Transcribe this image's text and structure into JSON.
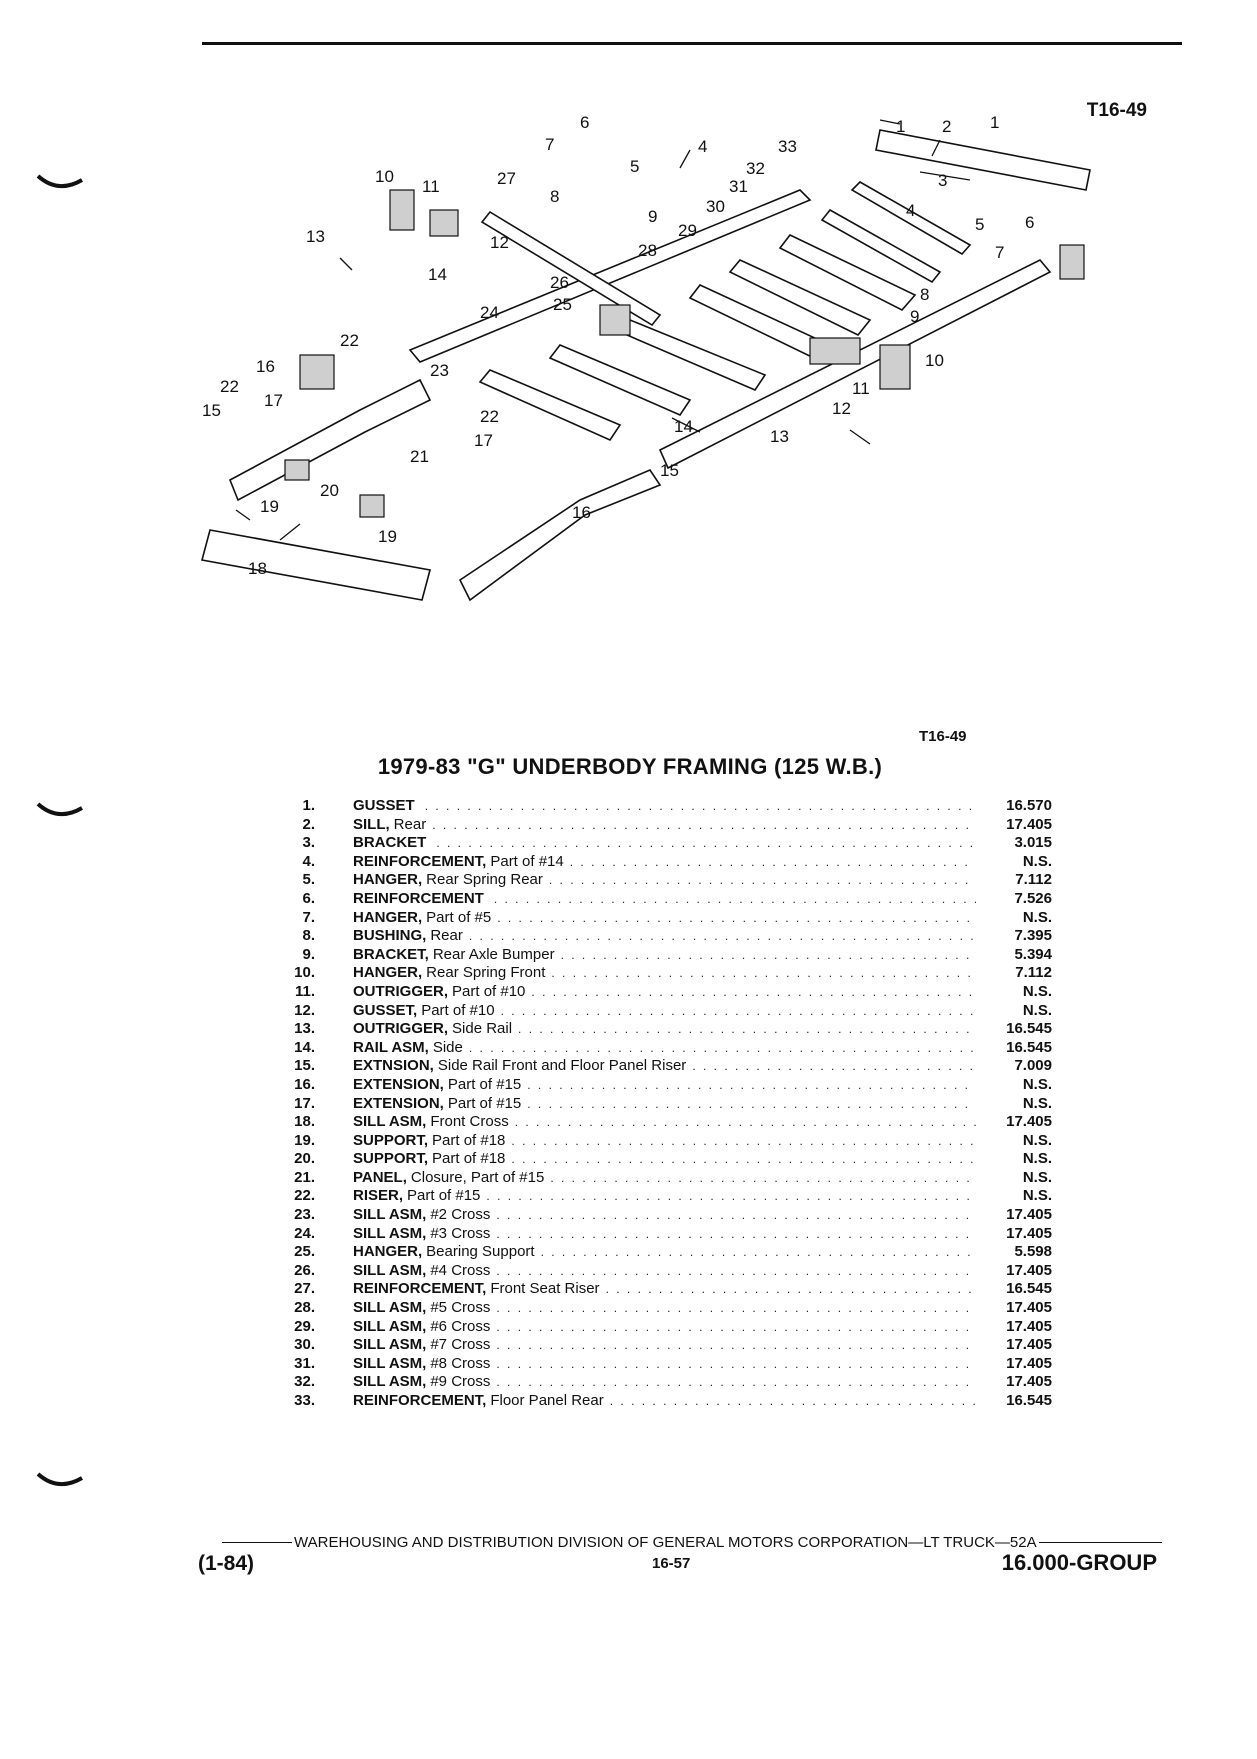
{
  "figure_code": "T16-49",
  "figure_code_small": "T16-49",
  "title": "1979-83 \"G\" UNDERBODY FRAMING (125 W.B.)",
  "callouts": [
    "1",
    "2",
    "1",
    "3",
    "4",
    "5",
    "6",
    "7",
    "8",
    "9",
    "10",
    "11",
    "12",
    "13",
    "14",
    "15",
    "16",
    "17",
    "18",
    "19",
    "20",
    "21",
    "22",
    "23",
    "24",
    "25",
    "26",
    "27",
    "28",
    "29",
    "30",
    "31",
    "32",
    "33"
  ],
  "parts": [
    {
      "num": "1.",
      "name": "GUSSET",
      "desc": "",
      "group": "16.570"
    },
    {
      "num": "2.",
      "name": "SILL,",
      "desc": "Rear",
      "group": "17.405"
    },
    {
      "num": "3.",
      "name": "BRACKET",
      "desc": "",
      "group": "3.015"
    },
    {
      "num": "4.",
      "name": "REINFORCEMENT,",
      "desc": "Part of #14",
      "group": "N.S."
    },
    {
      "num": "5.",
      "name": "HANGER,",
      "desc": "Rear Spring Rear",
      "group": "7.112"
    },
    {
      "num": "6.",
      "name": "REINFORCEMENT",
      "desc": "",
      "group": "7.526"
    },
    {
      "num": "7.",
      "name": "HANGER,",
      "desc": "Part of #5",
      "group": "N.S."
    },
    {
      "num": "8.",
      "name": "BUSHING,",
      "desc": "Rear",
      "group": "7.395"
    },
    {
      "num": "9.",
      "name": "BRACKET,",
      "desc": "Rear Axle Bumper",
      "group": "5.394"
    },
    {
      "num": "10.",
      "name": "HANGER,",
      "desc": "Rear Spring Front",
      "group": "7.112"
    },
    {
      "num": "11.",
      "name": "OUTRIGGER,",
      "desc": "Part of #10",
      "group": "N.S."
    },
    {
      "num": "12.",
      "name": "GUSSET,",
      "desc": "Part of #10",
      "group": "N.S."
    },
    {
      "num": "13.",
      "name": "OUTRIGGER,",
      "desc": "Side Rail",
      "group": "16.545"
    },
    {
      "num": "14.",
      "name": "RAIL ASM,",
      "desc": "Side",
      "group": "16.545"
    },
    {
      "num": "15.",
      "name": "EXTNSION,",
      "desc": "Side Rail Front and Floor Panel Riser",
      "group": "7.009"
    },
    {
      "num": "16.",
      "name": "EXTENSION,",
      "desc": "Part of #15",
      "group": "N.S."
    },
    {
      "num": "17.",
      "name": "EXTENSION,",
      "desc": "Part of #15",
      "group": "N.S."
    },
    {
      "num": "18.",
      "name": "SILL ASM,",
      "desc": "Front Cross",
      "group": "17.405"
    },
    {
      "num": "19.",
      "name": "SUPPORT,",
      "desc": "Part of #18",
      "group": "N.S."
    },
    {
      "num": "20.",
      "name": "SUPPORT,",
      "desc": "Part of #18",
      "group": "N.S."
    },
    {
      "num": "21.",
      "name": "PANEL,",
      "desc": "Closure, Part of #15",
      "group": "N.S."
    },
    {
      "num": "22.",
      "name": "RISER,",
      "desc": "Part of #15",
      "group": "N.S."
    },
    {
      "num": "23.",
      "name": "SILL ASM,",
      "desc": "#2 Cross",
      "group": "17.405"
    },
    {
      "num": "24.",
      "name": "SILL ASM,",
      "desc": "#3 Cross",
      "group": "17.405"
    },
    {
      "num": "25.",
      "name": "HANGER,",
      "desc": "Bearing Support",
      "group": "5.598"
    },
    {
      "num": "26.",
      "name": "SILL ASM,",
      "desc": "#4 Cross",
      "group": "17.405"
    },
    {
      "num": "27.",
      "name": "REINFORCEMENT,",
      "desc": "Front Seat Riser",
      "group": "16.545"
    },
    {
      "num": "28.",
      "name": "SILL ASM,",
      "desc": "#5 Cross",
      "group": "17.405"
    },
    {
      "num": "29.",
      "name": "SILL ASM,",
      "desc": "#6 Cross",
      "group": "17.405"
    },
    {
      "num": "30.",
      "name": "SILL ASM,",
      "desc": "#7 Cross",
      "group": "17.405"
    },
    {
      "num": "31.",
      "name": "SILL ASM,",
      "desc": "#8 Cross",
      "group": "17.405"
    },
    {
      "num": "32.",
      "name": "SILL ASM,",
      "desc": "#9 Cross",
      "group": "17.405"
    },
    {
      "num": "33.",
      "name": "REINFORCEMENT,",
      "desc": "Floor Panel Rear",
      "group": "16.545"
    }
  ],
  "footer": {
    "division": "WAREHOUSING AND DISTRIBUTION DIVISION OF GENERAL MOTORS CORPORATION—LT TRUCK—52A",
    "date": "(1-84)",
    "page": "16-57",
    "group": "16.000-GROUP"
  }
}
